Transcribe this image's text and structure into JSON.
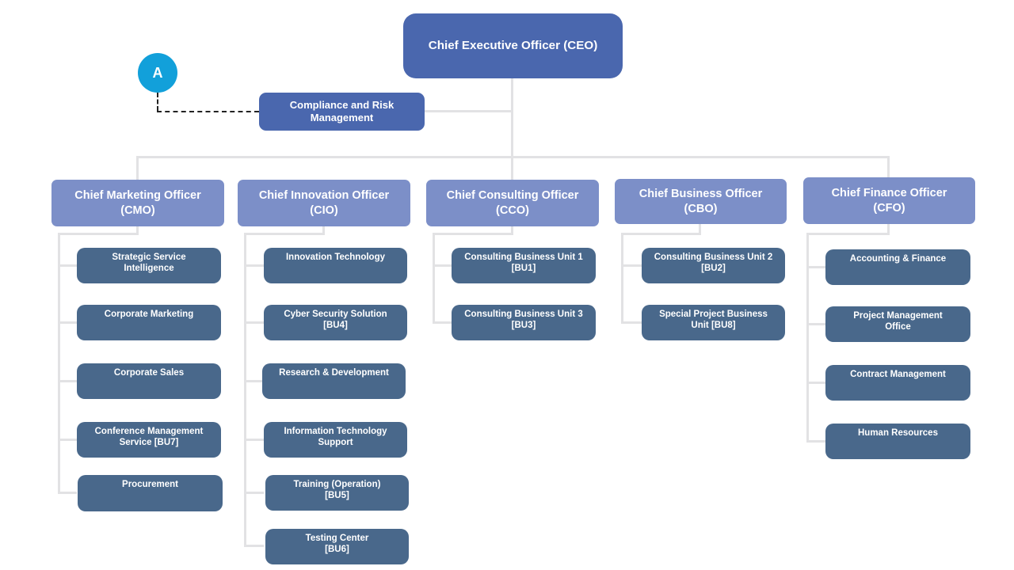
{
  "colors": {
    "executive": "#4A67AE",
    "officer": "#7C8FC8",
    "unit": "#49688B",
    "marker": "#12A0DA",
    "connector": "#E2E2E4",
    "text": "#FFFFFF"
  },
  "marker": {
    "label": "A"
  },
  "ceo": {
    "lines": [
      "Chief Executive Officer (CEO)"
    ]
  },
  "compliance": {
    "lines": [
      "Compliance and Risk",
      "Management"
    ]
  },
  "groups": [
    {
      "officer": {
        "lines": [
          "Chief Marketing Officer",
          "(CMO)"
        ]
      },
      "children": [
        {
          "lines": [
            "Strategic Service",
            "Intelligence"
          ]
        },
        {
          "lines": [
            "Corporate Marketing"
          ]
        },
        {
          "lines": [
            "Corporate Sales"
          ]
        },
        {
          "lines": [
            "Conference Management",
            "Service [BU7]"
          ]
        },
        {
          "lines": [
            "Procurement"
          ]
        }
      ]
    },
    {
      "officer": {
        "lines": [
          "Chief Innovation Officer",
          "(CIO)"
        ]
      },
      "children": [
        {
          "lines": [
            "Innovation Technology"
          ]
        },
        {
          "lines": [
            "Cyber Security Solution",
            "[BU4]"
          ]
        },
        {
          "lines": [
            "Research & Development"
          ]
        },
        {
          "lines": [
            "Information Technology",
            "Support"
          ]
        },
        {
          "lines": [
            "Training (Operation)",
            "[BU5]"
          ]
        },
        {
          "lines": [
            "Testing Center",
            "[BU6]"
          ]
        }
      ]
    },
    {
      "officer": {
        "lines": [
          "Chief Consulting Officer",
          "(CCO)"
        ]
      },
      "children": [
        {
          "lines": [
            "Consulting Business Unit 1",
            "[BU1]"
          ]
        },
        {
          "lines": [
            "Consulting Business Unit 3",
            "[BU3]"
          ]
        }
      ]
    },
    {
      "officer": {
        "lines": [
          "Chief Business Officer",
          "(CBO)"
        ]
      },
      "children": [
        {
          "lines": [
            "Consulting Business Unit 2",
            "[BU2]"
          ]
        },
        {
          "lines": [
            "Special Project Business",
            "Unit [BU8]"
          ]
        }
      ]
    },
    {
      "officer": {
        "lines": [
          "Chief Finance Officer",
          "(CFO)"
        ]
      },
      "children": [
        {
          "lines": [
            "Accounting & Finance"
          ]
        },
        {
          "lines": [
            "Project Management",
            "Office"
          ]
        },
        {
          "lines": [
            "Contract Management"
          ]
        },
        {
          "lines": [
            "Human Resources"
          ]
        }
      ]
    }
  ]
}
